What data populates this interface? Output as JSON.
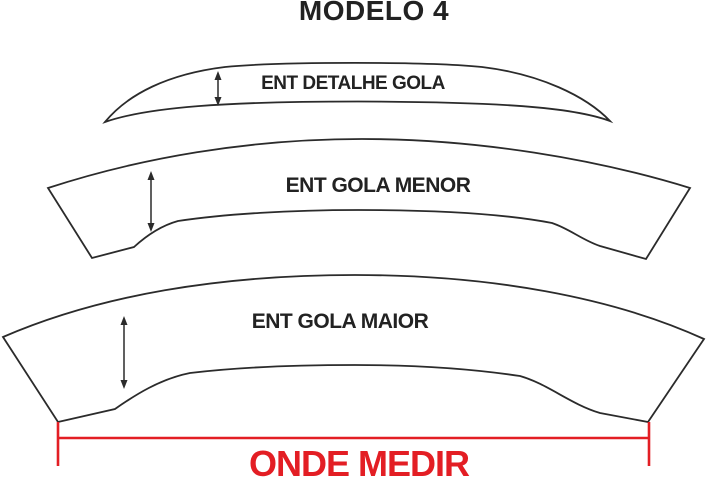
{
  "title": "MODELO 4",
  "pieces": [
    {
      "label": "ENT DETALHE GOLA"
    },
    {
      "label": "ENT GOLA MENOR"
    },
    {
      "label": "ENT GOLA MAIOR"
    }
  ],
  "measure": {
    "label": "ONDE MEDIR"
  },
  "icons": {
    "height_arrow": "vertical-double-arrow"
  },
  "colors": {
    "outline": "#2b2b2b",
    "measure_red": "#e31e24",
    "text": "#222222"
  }
}
